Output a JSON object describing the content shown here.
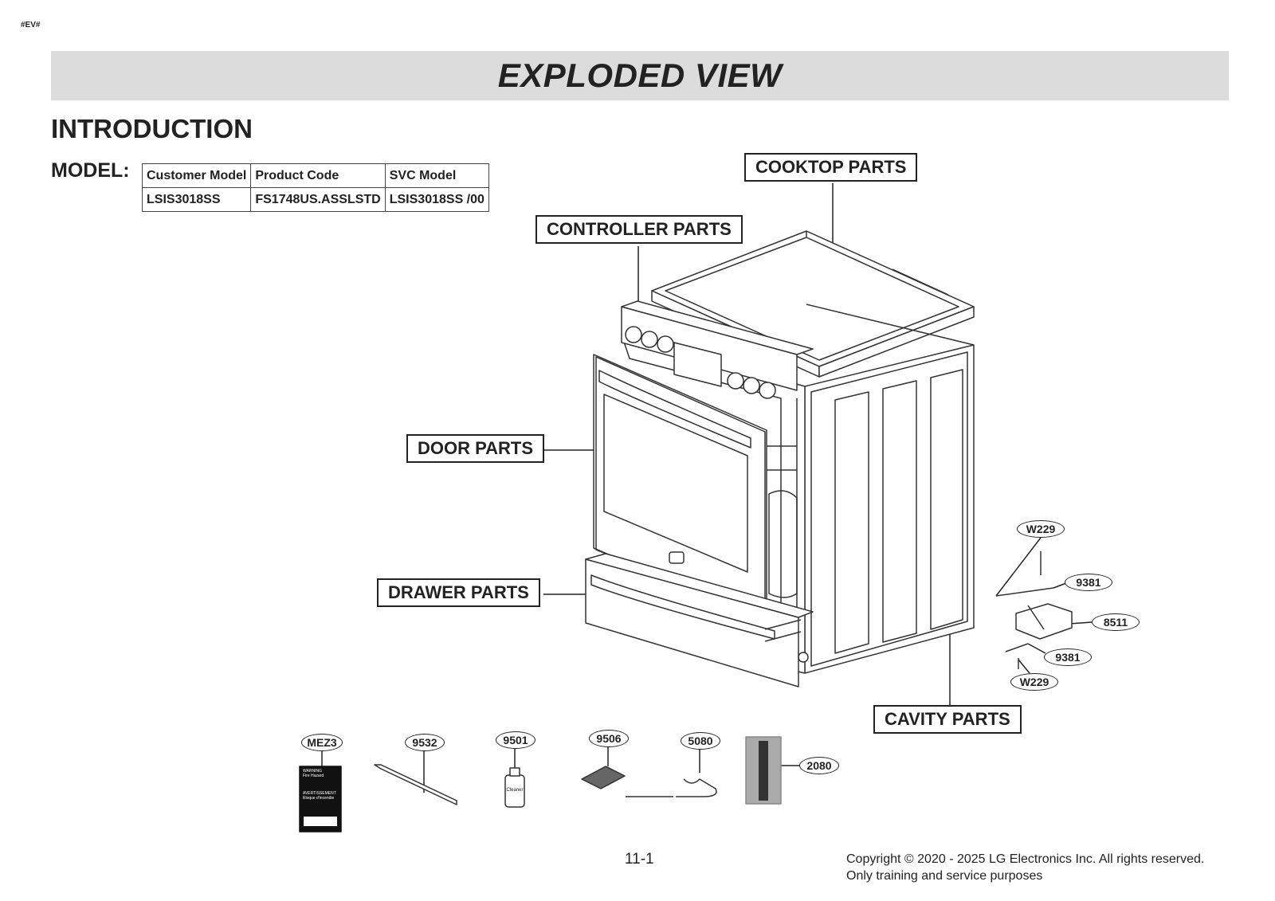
{
  "tag": "#EV#",
  "title": "EXPLODED VIEW",
  "intro": "INTRODUCTION",
  "model_label": "MODEL:",
  "model_table": {
    "headers": [
      "Customer Model",
      "Product Code",
      "SVC Model"
    ],
    "row": [
      "LSIS3018SS",
      "FS1748US.ASSLSTD",
      "LSIS3018SS /00"
    ]
  },
  "sections": {
    "cooktop": "COOKTOP PARTS",
    "controller": "CONTROLLER PARTS",
    "door": "DOOR PARTS",
    "drawer": "DRAWER PARTS",
    "cavity": "CAVITY PARTS"
  },
  "callouts": {
    "w229_top": "W229",
    "p9381_top": "9381",
    "p8511": "8511",
    "p9381_bottom": "9381",
    "w229_bottom": "W229",
    "mez3": "MEZ3",
    "p9532": "9532",
    "p9501": "9501",
    "p9506": "9506",
    "p5080": "5080",
    "p2080": "2080"
  },
  "cleaner_text": "Cleaner",
  "warning_label": {
    "title": "WARNING",
    "subtitle": "Fire Hazard",
    "title_fr": "AVERTISSEMENT",
    "subtitle_fr": "Risque d'incendie"
  },
  "page_number": "11-1",
  "copyright": "Copyright © 2020 - 2025 LG Electronics Inc. All rights reserved.",
  "copyright_line2": "Only training and service purposes",
  "colors": {
    "banner": "#dcdcdc",
    "ink": "#222222"
  }
}
